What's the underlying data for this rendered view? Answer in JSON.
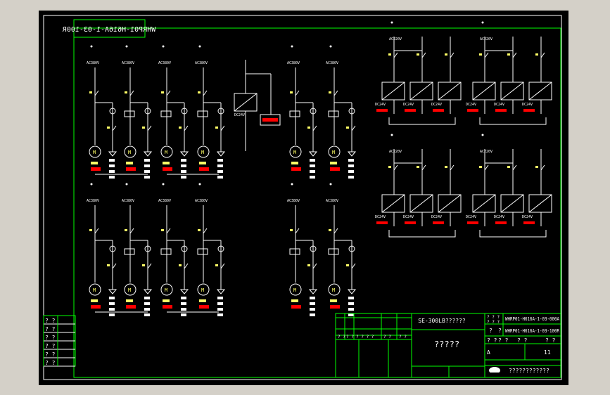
{
  "drawing": {
    "mirrored_code": "WHRP01-H616A-1-03-100R",
    "supply_labels": {
      "ac380": "AC380V",
      "ac220": "AC220V",
      "dc24": "DC24V"
    }
  },
  "title_block": {
    "product_name": "SE-300LB??????",
    "drawing_title": "?????",
    "drawing_no_1": "WHRP01-H616A-1-03-000A",
    "drawing_no_2": "WHRP01-H616A-1-03-100R",
    "company": "????????????",
    "corner_labels": [
      "? ? ?",
      "? ? ?",
      "?",
      "?"
    ],
    "scale_row": [
      "? ?",
      "? ?",
      "? ?",
      "? ?"
    ],
    "sheet_mark": "A",
    "sheet_count": "11",
    "left_header": [
      "? ?",
      "? ?",
      "? ? ? ?",
      "? ?",
      "? ?"
    ]
  },
  "revision_block": {
    "rows": [
      "? ?",
      "? ?",
      "? ?",
      "? ?",
      "? ?",
      "? ?"
    ]
  },
  "colors": {
    "background": "#000000",
    "frame": "#ffffff",
    "border": "#00ff00",
    "accent": "#ffff66",
    "warning": "#ff0000"
  }
}
